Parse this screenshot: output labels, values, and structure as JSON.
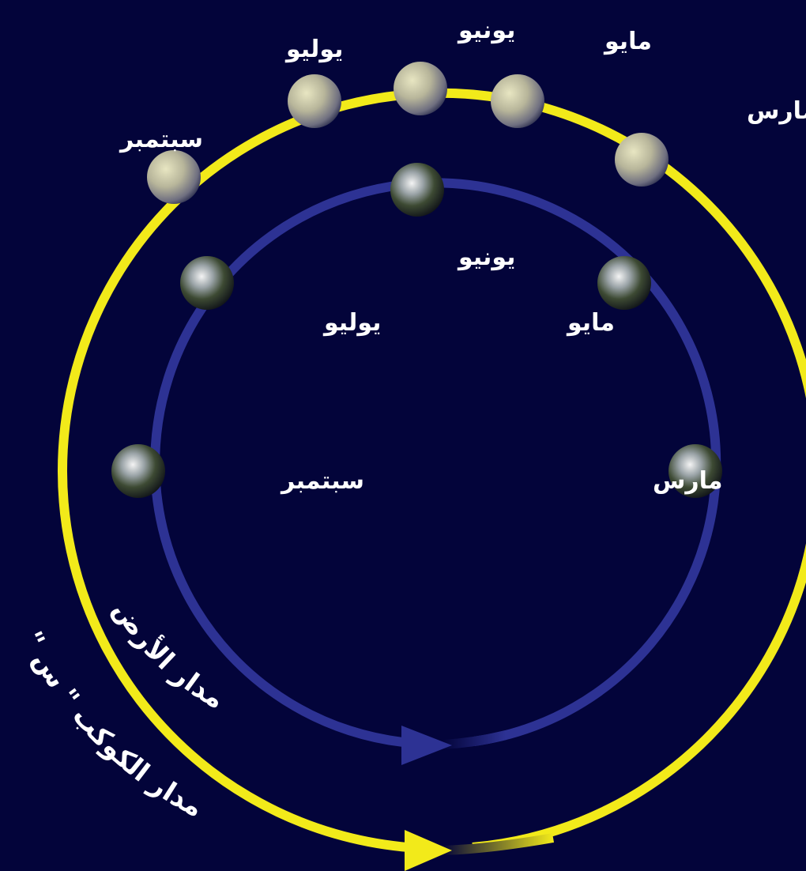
{
  "colors": {
    "background": "#03043a",
    "outer_orbit": "#f2ea1a",
    "inner_orbit": "#2d3294",
    "label": "#ffffff"
  },
  "outer_orbit": {
    "label": "مدار الكوكب \" س \"",
    "positions": [
      {
        "month": "مارس"
      },
      {
        "month": "مايو"
      },
      {
        "month": "يونيو"
      },
      {
        "month": "يوليو"
      },
      {
        "month": "سبتمبر"
      }
    ]
  },
  "inner_orbit": {
    "label": "مدار الأرض",
    "positions": [
      {
        "month": "مارس"
      },
      {
        "month": "مايو"
      },
      {
        "month": "يونيو"
      },
      {
        "month": "يوليو"
      },
      {
        "month": "سبتمبر"
      }
    ]
  },
  "icons": {
    "planet": "planet-x-icon",
    "earth": "earth-icon",
    "direction": "direction-arrow-icon"
  }
}
